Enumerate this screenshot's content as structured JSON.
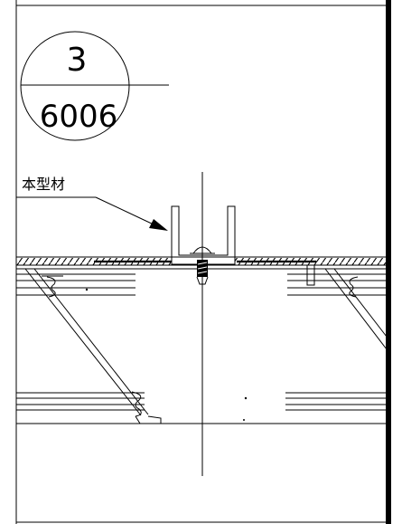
{
  "detail_marker": {
    "detail_number": "3",
    "drawing_number": "6006"
  },
  "callout": {
    "label": "本型材"
  }
}
